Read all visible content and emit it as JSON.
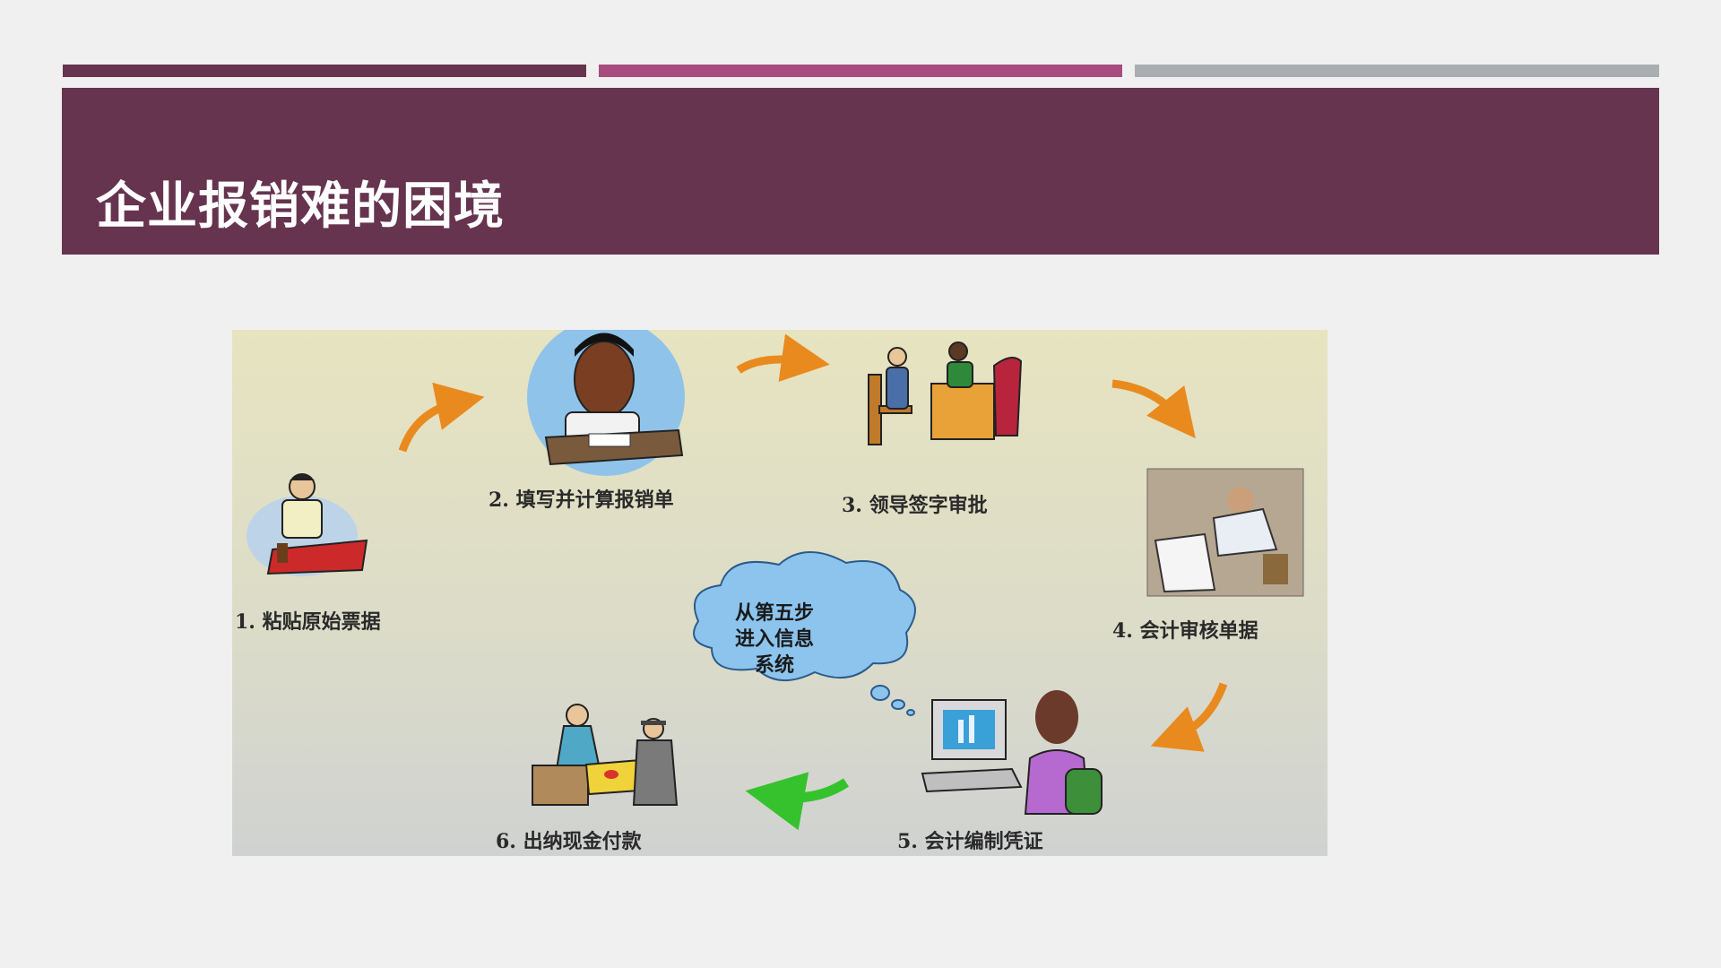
{
  "slide": {
    "title": "企业报销难的困境",
    "top_bar_colors": [
      "#66344f",
      "#a64d7d",
      "#a9aeb1"
    ],
    "banner_color": "#66344f"
  },
  "diagram": {
    "steps": [
      {
        "label": "1.  粘贴原始票据",
        "icon": "person-pasting-receipts-icon"
      },
      {
        "label": "2.  填写并计算报销单",
        "icon": "person-filling-form-icon"
      },
      {
        "label": "3.  领导签字审批",
        "icon": "manager-approval-icon"
      },
      {
        "label": "4.  会计审核单据",
        "icon": "accountant-reviewing-icon"
      },
      {
        "label": "5.  会计编制凭证",
        "icon": "accountant-computer-icon"
      },
      {
        "label": "6.  出纳现金付款",
        "icon": "cashier-payment-icon"
      }
    ],
    "callout_lines": [
      "从第五步",
      "进入信息",
      "系统"
    ],
    "arrow_colors": {
      "orange": "#e98a1e",
      "green": "#35c22c"
    }
  }
}
